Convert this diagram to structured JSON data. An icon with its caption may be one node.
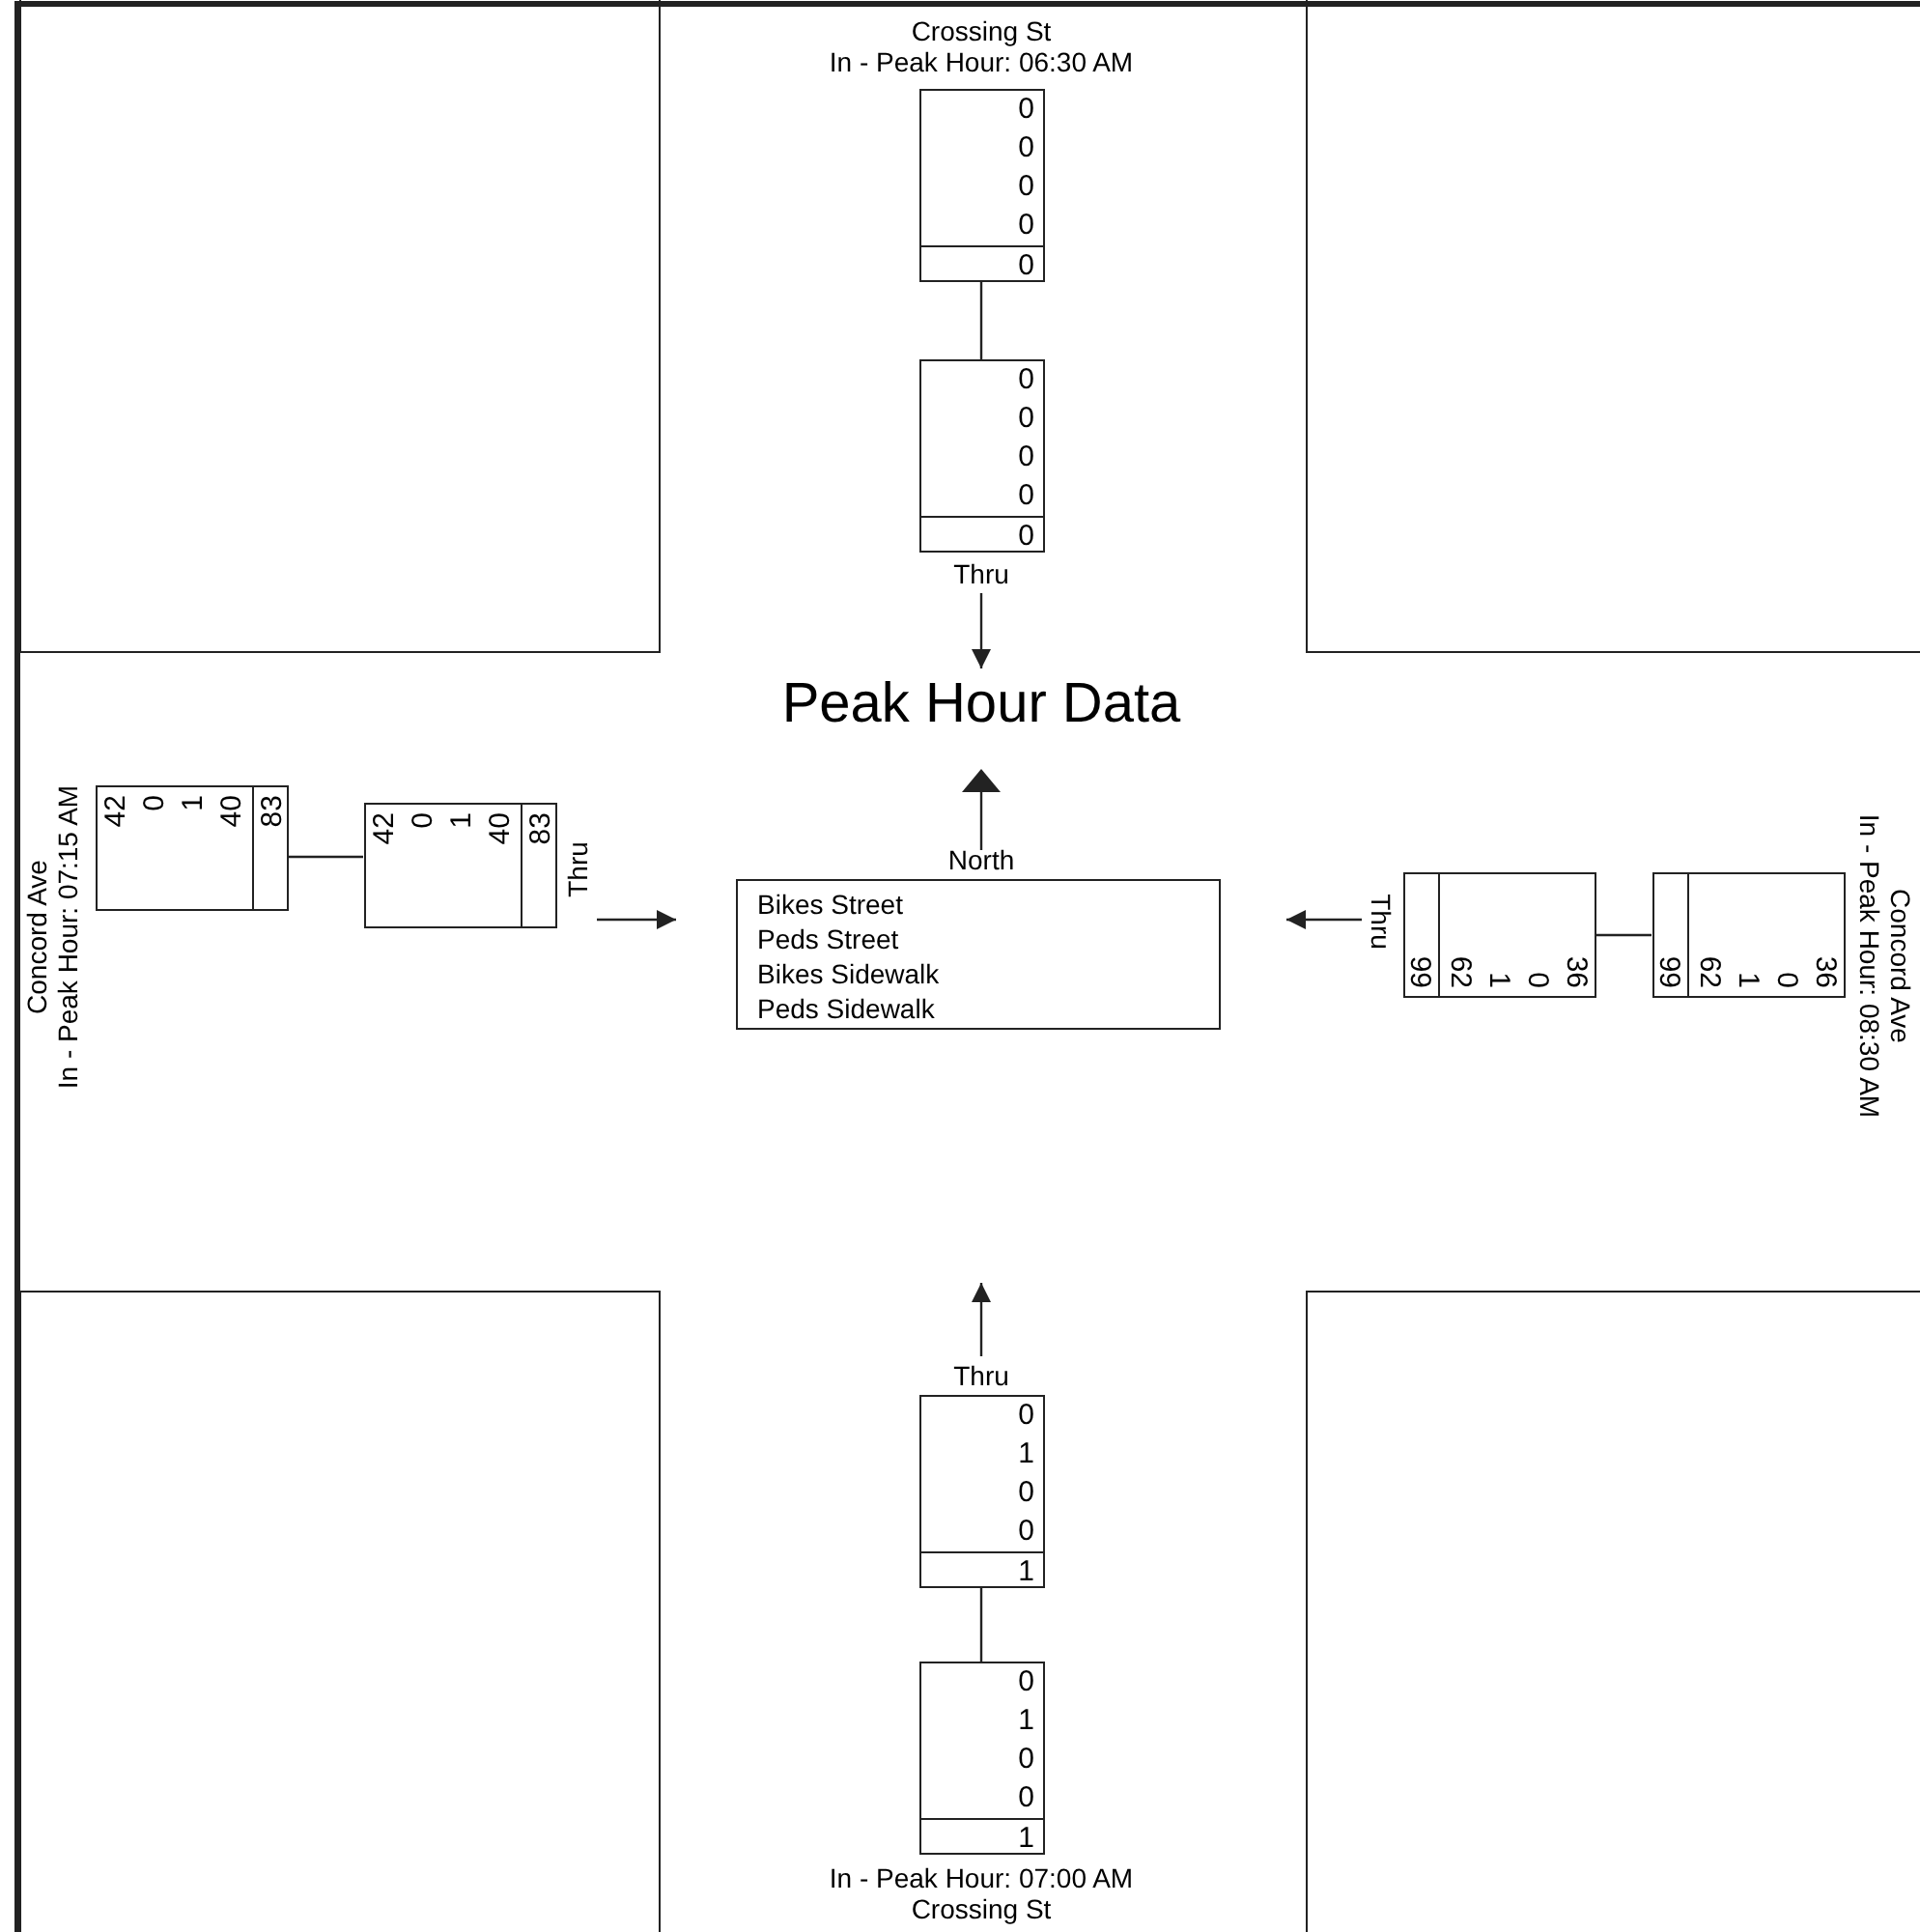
{
  "diagram": {
    "title": "Peak Hour Data",
    "nodes": [
      {
        "text": [
          "0",
          "0",
          "0",
          "0",
          "0"
        ],
        "beside": [
          "Crossing St",
          "In - Peak Hour: 06:30 AM"
        ]
      },
      {
        "text": [
          "0",
          "0",
          "0",
          "0",
          "0"
        ]
      },
      {
        "text": [
          "Thru"
        ]
      },
      {
        "text": [
          "42",
          "0",
          "1",
          "40",
          "83"
        ],
        "beside": [
          "Concord Ave",
          "In - Peak Hour: 07:15 AM"
        ]
      },
      {
        "text": [
          "42",
          "0",
          "1",
          "40",
          "83"
        ]
      },
      {
        "text": [
          "Thru"
        ]
      },
      {
        "text": [
          "Bikes Street",
          "Peds Street",
          "Bikes Sidewalk",
          "Peds Sidewalk"
        ]
      },
      {
        "text": [
          "Thru"
        ]
      },
      {
        "text": [
          "36",
          "0",
          "1",
          "62",
          "99"
        ]
      },
      {
        "text": [
          "36",
          "0",
          "1",
          "62",
          "99"
        ],
        "beside": [
          "Concord Ave",
          "In - Peak Hour: 08:30 AM"
        ]
      },
      {
        "text": [
          "Thru"
        ]
      },
      {
        "text": [
          "0",
          "1",
          "0",
          "0",
          "1"
        ]
      },
      {
        "text": [
          "0",
          "1",
          "0",
          "0",
          "1"
        ],
        "beside": [
          "In - Peak Hour: 07:00 AM",
          "Crossing St"
        ]
      },
      {
        "text": [],
        "shape": "box"
      },
      {
        "text": [],
        "shape": "box"
      },
      {
        "text": [],
        "shape": "box"
      },
      {
        "text": [],
        "shape": "box"
      }
    ],
    "edges": [
      {
        "from": 0,
        "to": 1,
        "arrow": "none"
      },
      {
        "from": 2,
        "to": null,
        "arrow": "to"
      },
      {
        "from": 3,
        "to": 4,
        "arrow": "none"
      },
      {
        "from": 5,
        "to": null,
        "arrow": "to"
      },
      {
        "from": 9,
        "to": 8,
        "arrow": "none"
      },
      {
        "from": 7,
        "to": null,
        "arrow": "to"
      },
      {
        "from": 12,
        "to": 11,
        "arrow": "none"
      },
      {
        "from": 10,
        "to": null,
        "arrow": "to"
      }
    ],
    "labels": [
      "North"
    ]
  }
}
